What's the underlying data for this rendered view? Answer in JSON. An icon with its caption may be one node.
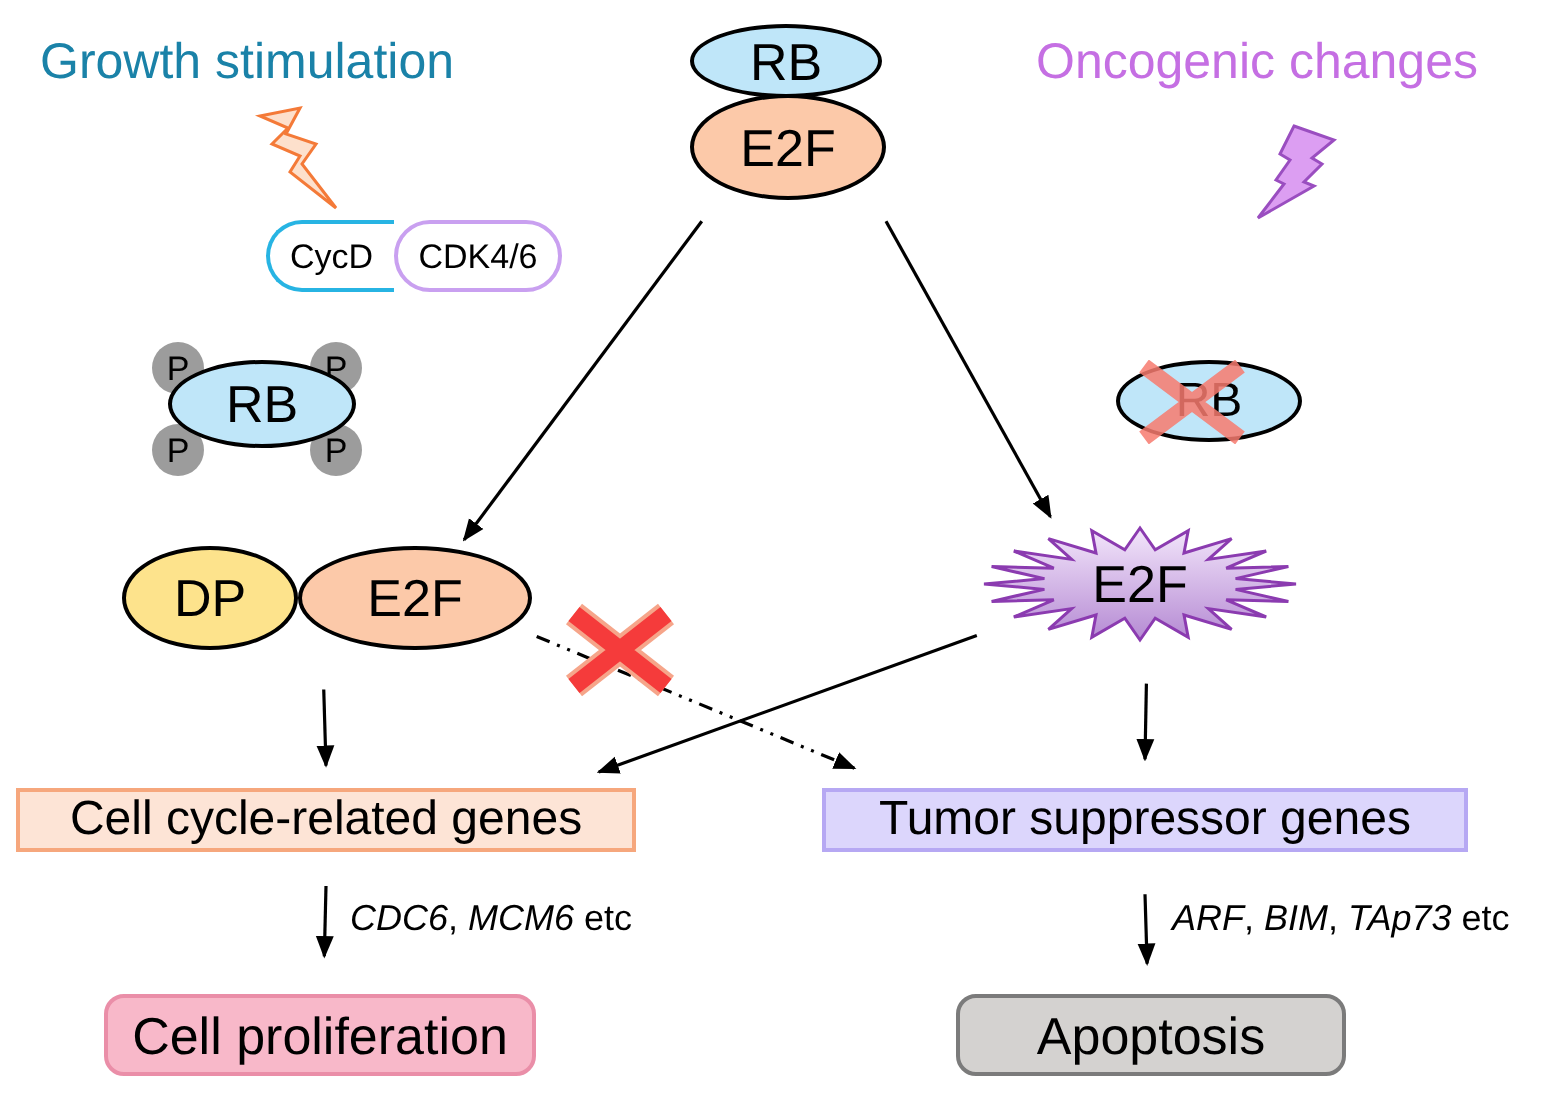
{
  "diagram": {
    "nodes": [
      {
        "text": [
          "RB"
        ]
      },
      {
        "text": [
          "E2F"
        ]
      },
      {
        "text": [
          "CycD"
        ]
      },
      {
        "text": [
          "CDK4/6"
        ]
      },
      {
        "text": [
          "P"
        ]
      },
      {
        "text": [
          "P"
        ]
      },
      {
        "text": [
          "RB"
        ]
      },
      {
        "text": [
          "P"
        ]
      },
      {
        "text": [
          "P"
        ]
      },
      {
        "text": [
          "RB"
        ]
      },
      {
        "text": [
          "DP"
        ]
      },
      {
        "text": [
          "E2F"
        ]
      },
      {
        "text": [
          "E2F"
        ]
      },
      {
        "text": [
          "Cell cycle-related genes"
        ]
      },
      {
        "text": [
          "Tumor suppressor genes"
        ]
      },
      {
        "text": [
          "Cell proliferation"
        ]
      },
      {
        "text": [
          "Apoptosis"
        ]
      }
    ],
    "edges": [
      {
        "from": 1,
        "to": 11,
        "arrow": "to"
      },
      {
        "from": 1,
        "to": 12,
        "arrow": "to"
      },
      {
        "from": 11,
        "to": 13,
        "arrow": "to"
      },
      {
        "from": 12,
        "to": 14,
        "arrow": "to"
      },
      {
        "from": 12,
        "to": 13,
        "arrow": "to"
      },
      {
        "from": 11,
        "to": 14,
        "arrow": "to",
        "style": "dashed"
      },
      {
        "from": 13,
        "to": 15,
        "arrow": "to",
        "label": "*CDC6*, *MCM6* etc"
      },
      {
        "from": 14,
        "to": 16,
        "arrow": "to",
        "label": "*ARF*, *BIM*, *TAp73* etc"
      }
    ],
    "labels": [
      "Growth stimulation",
      "Oncogenic changes"
    ]
  }
}
